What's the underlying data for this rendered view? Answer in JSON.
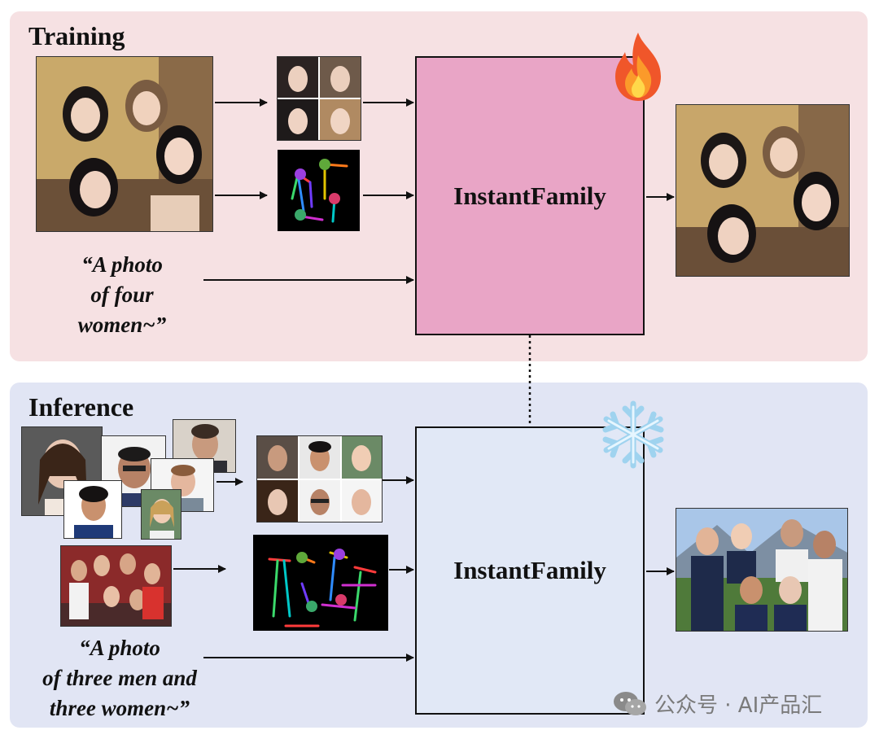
{
  "training": {
    "title": "Training",
    "model_label": "InstantFamily",
    "state_icon": "fire-icon",
    "prompt_lines": [
      "“A photo",
      "of four",
      "women~”"
    ]
  },
  "inference": {
    "title": "Inference",
    "model_label": "InstantFamily",
    "state_icon": "snowflake-icon",
    "prompt_lines": [
      "“A photo",
      "of three men and",
      "three women~”"
    ]
  },
  "watermark": {
    "text": "公众号 · AI产品汇"
  },
  "colors": {
    "training_panel": "#f6e1e3",
    "inference_panel": "#e1e5f4",
    "training_model_fill": "#e9a5c6",
    "inference_model_fill": "#e1e8f6"
  }
}
